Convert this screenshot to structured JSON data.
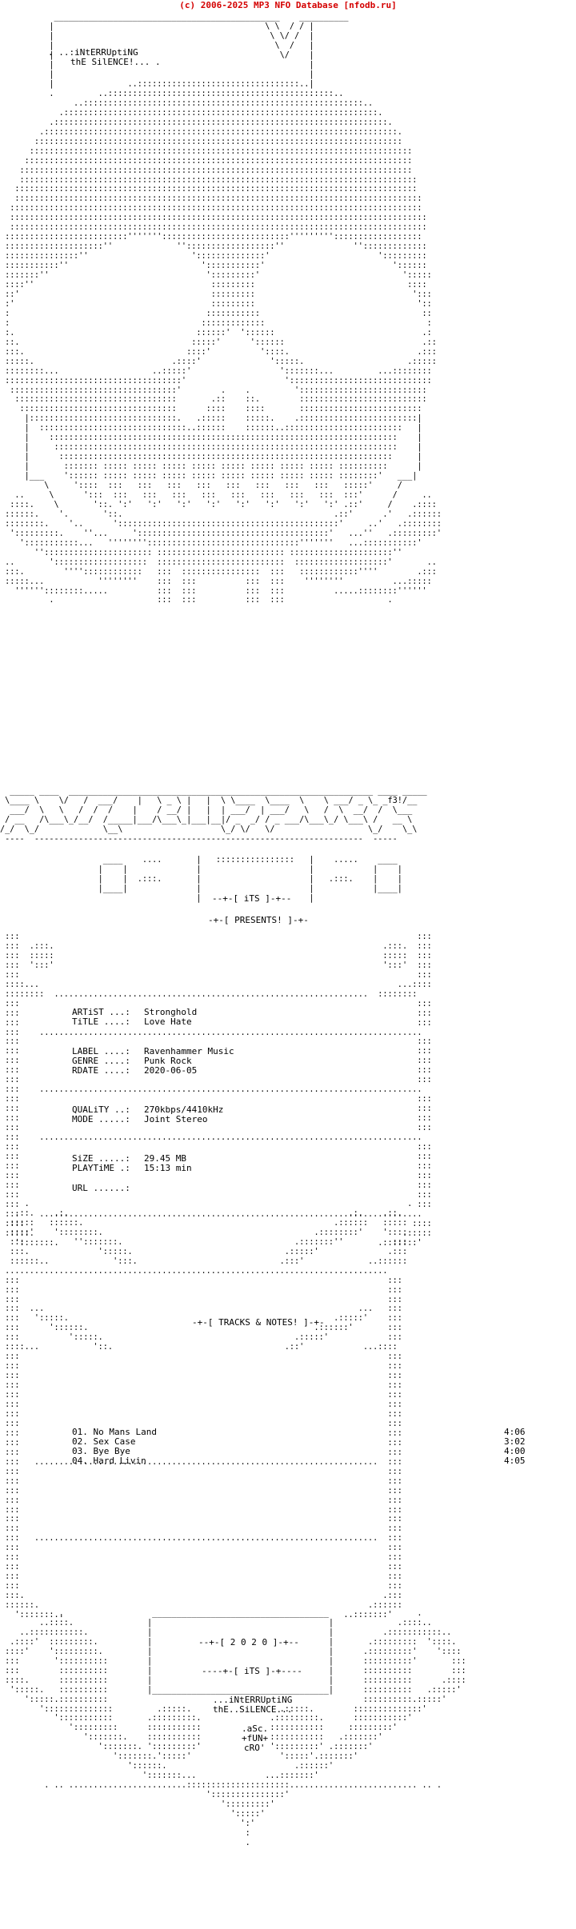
{
  "credit": "(c) 2006-2025 MP3 NFO Database [nfodb.ru]",
  "header": {
    "line1": ". ..:iNtERRUptiNG",
    "line2": "thE SilENCE!... ."
  },
  "group_tag": "_f3!/",
  "group_banner": "--+-[ iTS ]-+--",
  "presents": "-+-[ PRESENTS! ]-+-",
  "release": {
    "artist_label": "ARTiST ...:",
    "artist": "Stronghold",
    "title_label": "TiTLE ....:",
    "title": "Love Hate",
    "label_label": "LABEL ....:",
    "label": "Ravenhammer Music",
    "genre_label": "GENRE ....:",
    "genre": "Punk Rock",
    "rdate_label": "RDATE ....:",
    "rdate": "2020-06-05",
    "quality_label": "QUALiTY ..:",
    "quality": "270kbps/4410kHz",
    "mode_label": "MODE .....:",
    "mode": "Joint Stereo",
    "size_label": "SiZE .....:",
    "size": "29.45 MB",
    "playtime_label": "PLAYTiME .:",
    "playtime": "15:13 min",
    "url_label": "URL ......:",
    "url": ""
  },
  "tracks_header": "-+-[ TRACKS & NOTES! ]-+-",
  "tracks": [
    {
      "num": "01.",
      "title": "No Mans Land",
      "time": "4:06"
    },
    {
      "num": "02.",
      "title": "Sex Case",
      "time": "3:02"
    },
    {
      "num": "03.",
      "title": "Bye Bye",
      "time": "4:00"
    },
    {
      "num": "04.",
      "title": "Hard Livin",
      "time": "4:05"
    }
  ],
  "footer": {
    "year": "--+-[ 2 0 2 0 ]-+--",
    "its": "----+-[ iTS ]-+----",
    "line1": "...iNtERRUptiNG",
    "line2": "thE..SiLENCE...",
    "credit1": ".aSc.",
    "credit2": "+fUN+",
    "credit3": "cRO'"
  }
}
